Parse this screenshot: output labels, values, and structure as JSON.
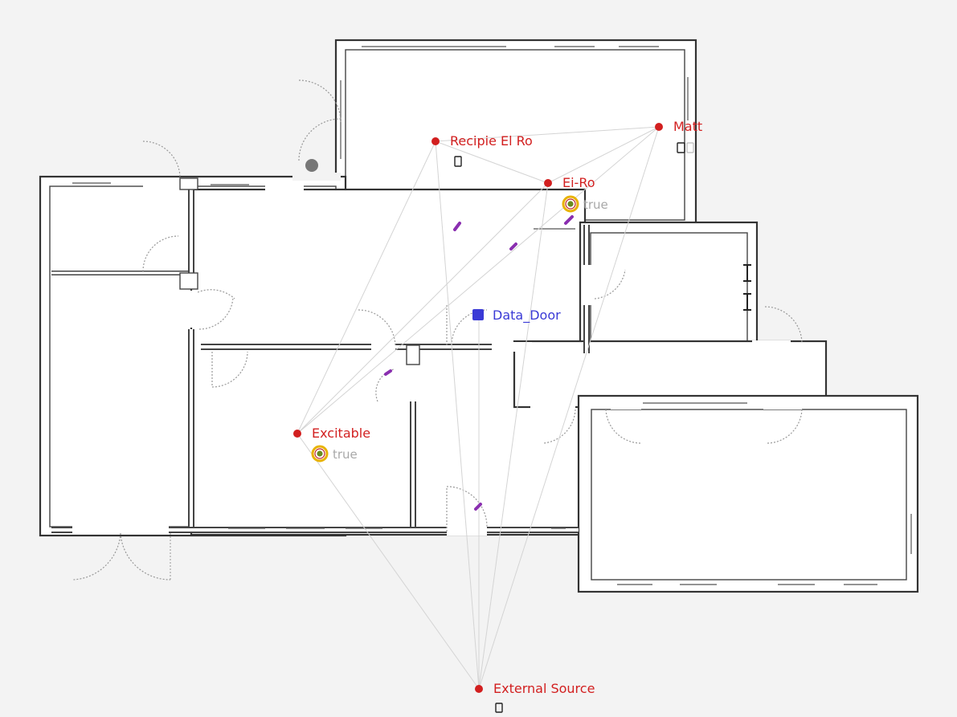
{
  "nodes": [
    {
      "id": "recipie",
      "label": "Recipie  El  Ro",
      "color": "#d21f1f"
    },
    {
      "id": "ei_ro",
      "label": "Ei-Ro",
      "state": "true",
      "color": "#d21f1f"
    },
    {
      "id": "matt",
      "label": "Matt",
      "color": "#d21f1f"
    },
    {
      "id": "excitable",
      "label": "Excitable",
      "state": "true",
      "color": "#d21f1f"
    },
    {
      "id": "external",
      "label": "External Source",
      "color": "#d21f1f"
    }
  ],
  "door_sensor": {
    "label": "Data_Door",
    "color": "#3a3ad6"
  },
  "colors": {
    "background": "#f3f3f3",
    "node": "#d21f1f",
    "door_sensor": "#3a3ad6",
    "link": "#d4d4d4",
    "badge_ring": "#e8b200",
    "badge_core": "#6a8b1f",
    "motion_mark": "#8a2fb0"
  },
  "icons": [
    "badge-icon",
    "motion-sensor-icon",
    "device-icon",
    "hinge-icon"
  ]
}
